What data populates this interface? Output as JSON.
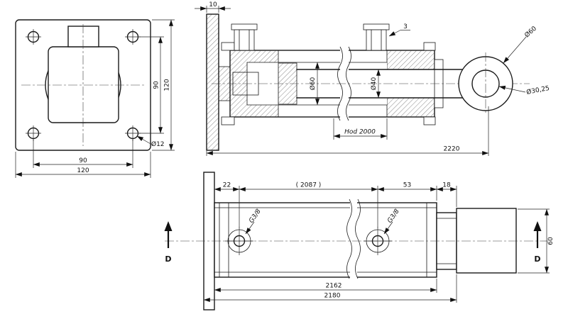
{
  "colors": {
    "ink": "#1a1a1a",
    "background": "#ffffff"
  },
  "front_view": {
    "bolt_spacing_vertical": "90",
    "plate_height": "120",
    "bolt_spacing_horizontal": "90",
    "plate_width": "120",
    "bolt_hole_diameter": "Ø12"
  },
  "section_view": {
    "plate_thickness": "10",
    "item_note": "3",
    "bore_diameter": "Ø60",
    "rod_diameter": "Ø40",
    "stroke_length": "Hod 2000",
    "overall_length": "2220",
    "eye_outer_diameter": "Ø60",
    "eye_bore_diameter": "Ø30,25"
  },
  "side_view": {
    "dim_port1_offset": "22",
    "dim_port_spacing": "( 2087 )",
    "dim_port2_to_end": "53",
    "dim_end_collar": "18",
    "dim_body_length": "2162",
    "dim_total_length": "2180",
    "dim_end_height": "60",
    "port1_thread": "G3/8",
    "port2_thread": "G3/8",
    "section_marker_left": "D",
    "section_marker_right": "D"
  }
}
